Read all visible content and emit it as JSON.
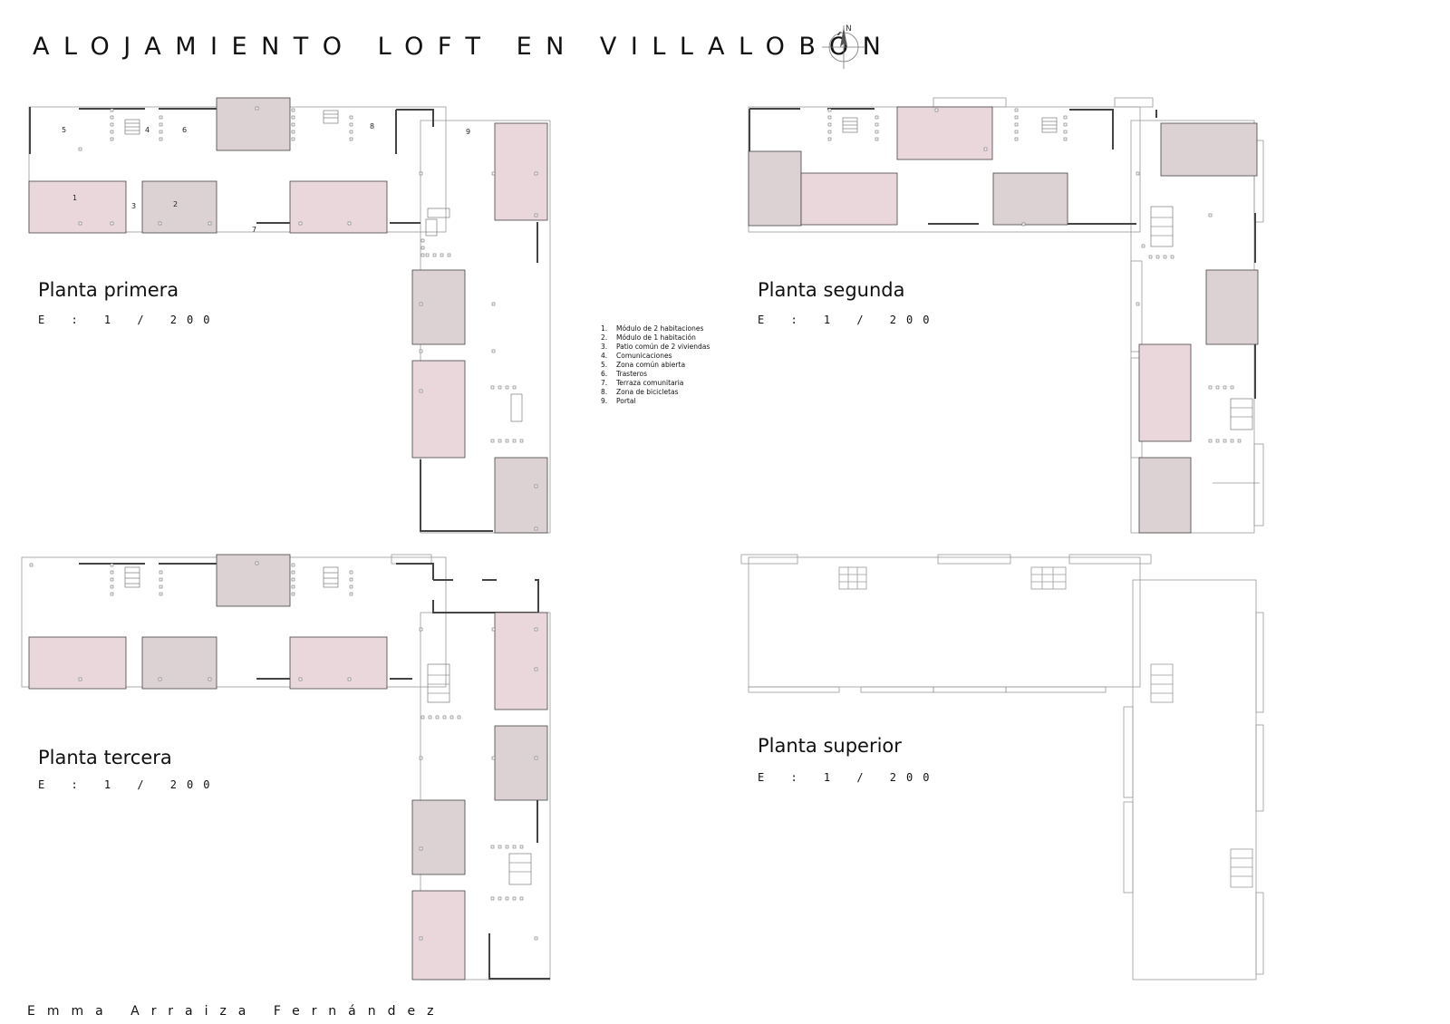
{
  "title": "ALOJAMIENTO LOFT EN VILLALOBÓN",
  "compass": {
    "label": "N"
  },
  "author": "Emma Arraiza Fernández",
  "colors": {
    "pink": "#ead7dc",
    "mauve": "#dcd2d4",
    "line": "#444444",
    "thin": "#9a9a9a"
  },
  "floors": [
    {
      "label": "Planta primera",
      "scale": "E : 1 / 200"
    },
    {
      "label": "Planta segunda",
      "scale": "E : 1 / 200"
    },
    {
      "label": "Planta tercera",
      "scale": "E : 1 / 200"
    },
    {
      "label": "Planta superior",
      "scale": "E : 1 / 200"
    }
  ],
  "room_numbers": [
    "1",
    "2",
    "3",
    "4",
    "5",
    "6",
    "7",
    "8",
    "9"
  ],
  "legend": [
    {
      "num": "1.",
      "text": "Módulo de 2 habitaciones"
    },
    {
      "num": "2.",
      "text": "Módulo de 1 habitación"
    },
    {
      "num": "3.",
      "text": "Patio común de 2 viviendas"
    },
    {
      "num": "4.",
      "text": "Comunicaciones"
    },
    {
      "num": "5.",
      "text": "Zona común abierta"
    },
    {
      "num": "6.",
      "text": "Trasteros"
    },
    {
      "num": "7.",
      "text": "Terraza comunitaria"
    },
    {
      "num": "8.",
      "text": "Zona de bicicletas"
    },
    {
      "num": "9.",
      "text": "Portal"
    }
  ]
}
